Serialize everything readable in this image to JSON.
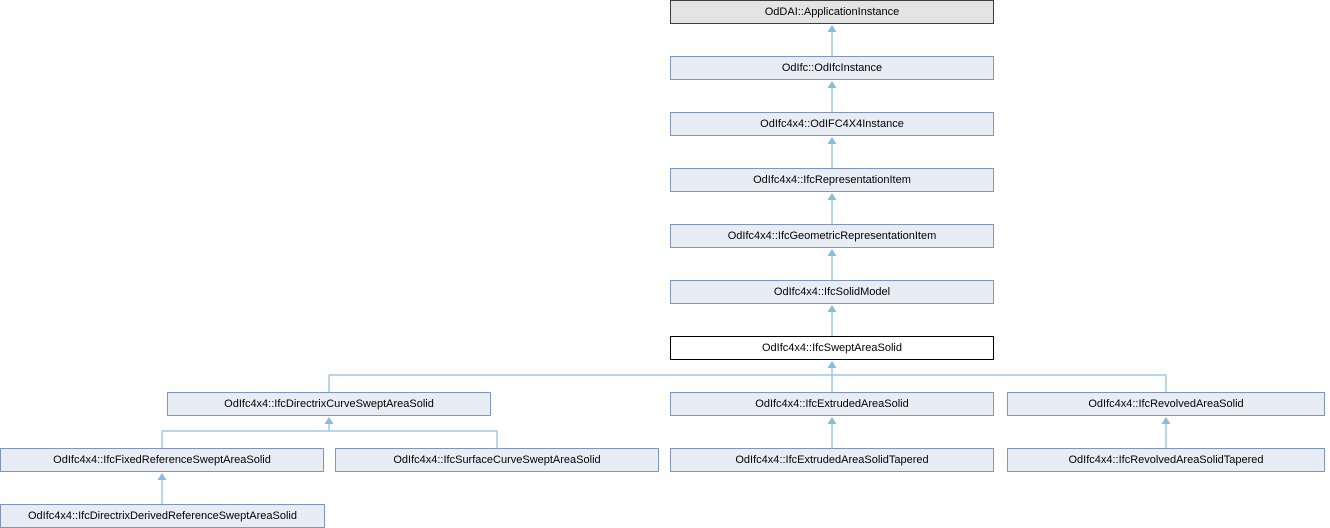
{
  "diagram_type": "class-inheritance-graph",
  "colors": {
    "page_bg": "#ffffff",
    "node_fill": "#e8ecf5",
    "node_border": "#7e94c2",
    "external_fill": "#e4e4e4",
    "external_border": "#3c3c3c",
    "current_fill": "#ffffff",
    "current_border": "#000000",
    "edge": "#9cc8e6",
    "edge_arrow": "#88bcde",
    "text": "#000000"
  },
  "nodes": [
    {
      "label": "OdDAI::ApplicationInstance",
      "kind": "external"
    },
    {
      "label": "OdIfc::OdIfcInstance",
      "kind": "class"
    },
    {
      "label": "OdIfc4x4::OdIFC4X4Instance",
      "kind": "class"
    },
    {
      "label": "OdIfc4x4::IfcRepresentationItem",
      "kind": "class"
    },
    {
      "label": "OdIfc4x4::IfcGeometricRepresentationItem",
      "kind": "class"
    },
    {
      "label": "OdIfc4x4::IfcSolidModel",
      "kind": "class"
    },
    {
      "label": "OdIfc4x4::IfcSweptAreaSolid",
      "kind": "current"
    },
    {
      "label": "OdIfc4x4::IfcDirectrixCurveSweptAreaSolid",
      "kind": "class"
    },
    {
      "label": "OdIfc4x4::IfcExtrudedAreaSolid",
      "kind": "class"
    },
    {
      "label": "OdIfc4x4::IfcRevolvedAreaSolid",
      "kind": "class"
    },
    {
      "label": "OdIfc4x4::IfcFixedReferenceSweptAreaSolid",
      "kind": "class"
    },
    {
      "label": "OdIfc4x4::IfcSurfaceCurveSweptAreaSolid",
      "kind": "class"
    },
    {
      "label": "OdIfc4x4::IfcExtrudedAreaSolidTapered",
      "kind": "class"
    },
    {
      "label": "OdIfc4x4::IfcRevolvedAreaSolidTapered",
      "kind": "class"
    },
    {
      "label": "OdIfc4x4::IfcDirectrixDerivedReferenceSweptAreaSolid",
      "kind": "class"
    }
  ],
  "edges": [
    {
      "derived": "OdIfc::OdIfcInstance",
      "base": "OdDAI::ApplicationInstance"
    },
    {
      "derived": "OdIfc4x4::OdIFC4X4Instance",
      "base": "OdIfc::OdIfcInstance"
    },
    {
      "derived": "OdIfc4x4::IfcRepresentationItem",
      "base": "OdIfc4x4::OdIFC4X4Instance"
    },
    {
      "derived": "OdIfc4x4::IfcGeometricRepresentationItem",
      "base": "OdIfc4x4::IfcRepresentationItem"
    },
    {
      "derived": "OdIfc4x4::IfcSolidModel",
      "base": "OdIfc4x4::IfcGeometricRepresentationItem"
    },
    {
      "derived": "OdIfc4x4::IfcSweptAreaSolid",
      "base": "OdIfc4x4::IfcSolidModel"
    },
    {
      "derived": "OdIfc4x4::IfcDirectrixCurveSweptAreaSolid",
      "base": "OdIfc4x4::IfcSweptAreaSolid"
    },
    {
      "derived": "OdIfc4x4::IfcExtrudedAreaSolid",
      "base": "OdIfc4x4::IfcSweptAreaSolid"
    },
    {
      "derived": "OdIfc4x4::IfcRevolvedAreaSolid",
      "base": "OdIfc4x4::IfcSweptAreaSolid"
    },
    {
      "derived": "OdIfc4x4::IfcFixedReferenceSweptAreaSolid",
      "base": "OdIfc4x4::IfcDirectrixCurveSweptAreaSolid"
    },
    {
      "derived": "OdIfc4x4::IfcSurfaceCurveSweptAreaSolid",
      "base": "OdIfc4x4::IfcDirectrixCurveSweptAreaSolid"
    },
    {
      "derived": "OdIfc4x4::IfcExtrudedAreaSolidTapered",
      "base": "OdIfc4x4::IfcExtrudedAreaSolid"
    },
    {
      "derived": "OdIfc4x4::IfcRevolvedAreaSolidTapered",
      "base": "OdIfc4x4::IfcRevolvedAreaSolid"
    },
    {
      "derived": "OdIfc4x4::IfcDirectrixDerivedReferenceSweptAreaSolid",
      "base": "OdIfc4x4::IfcFixedReferenceSweptAreaSolid"
    }
  ]
}
